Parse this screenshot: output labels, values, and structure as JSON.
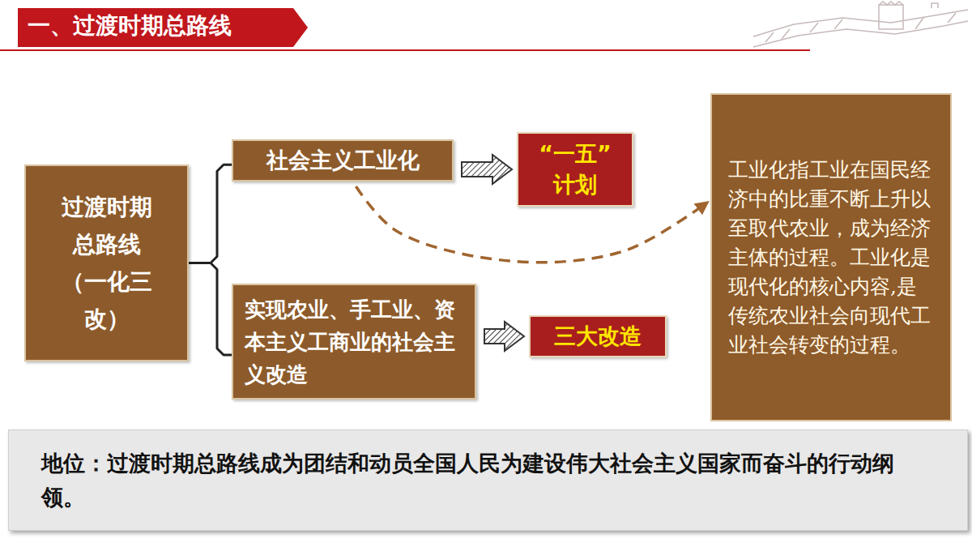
{
  "diagram": {
    "title": "一、过渡时期总路线",
    "nodes": [
      {
        "text": [
          "过渡时期总路线（一化三改）"
        ]
      },
      {
        "text": [
          "社会主义工业化"
        ]
      },
      {
        "text": [
          "“一五”计划"
        ]
      },
      {
        "text": [
          "实现农业、手工业、资本主义工商业的社会主义改造"
        ]
      },
      {
        "text": [
          "三大改造"
        ]
      },
      {
        "text": [
          "工业化指工业在国民经济中的比重不断上升以至取代农业，成为经济主体的过程。工业化是现代化的核心内容,是传统农业社会向现代工业社会转变的过程。"
        ]
      },
      {
        "text": [
          "地位：过渡时期总路线成为团结和动员全国人民为建设伟大社会主义国家而奋斗的行动纲领。"
        ]
      }
    ],
    "edges": [
      {
        "from": 0,
        "to": 1,
        "arrow": "none"
      },
      {
        "from": 0,
        "to": 3,
        "arrow": "none"
      },
      {
        "from": 1,
        "to": 2,
        "arrow": "to"
      },
      {
        "from": 3,
        "to": 4,
        "arrow": "to"
      },
      {
        "from": 1,
        "to": 5,
        "arrow": "to"
      }
    ]
  }
}
